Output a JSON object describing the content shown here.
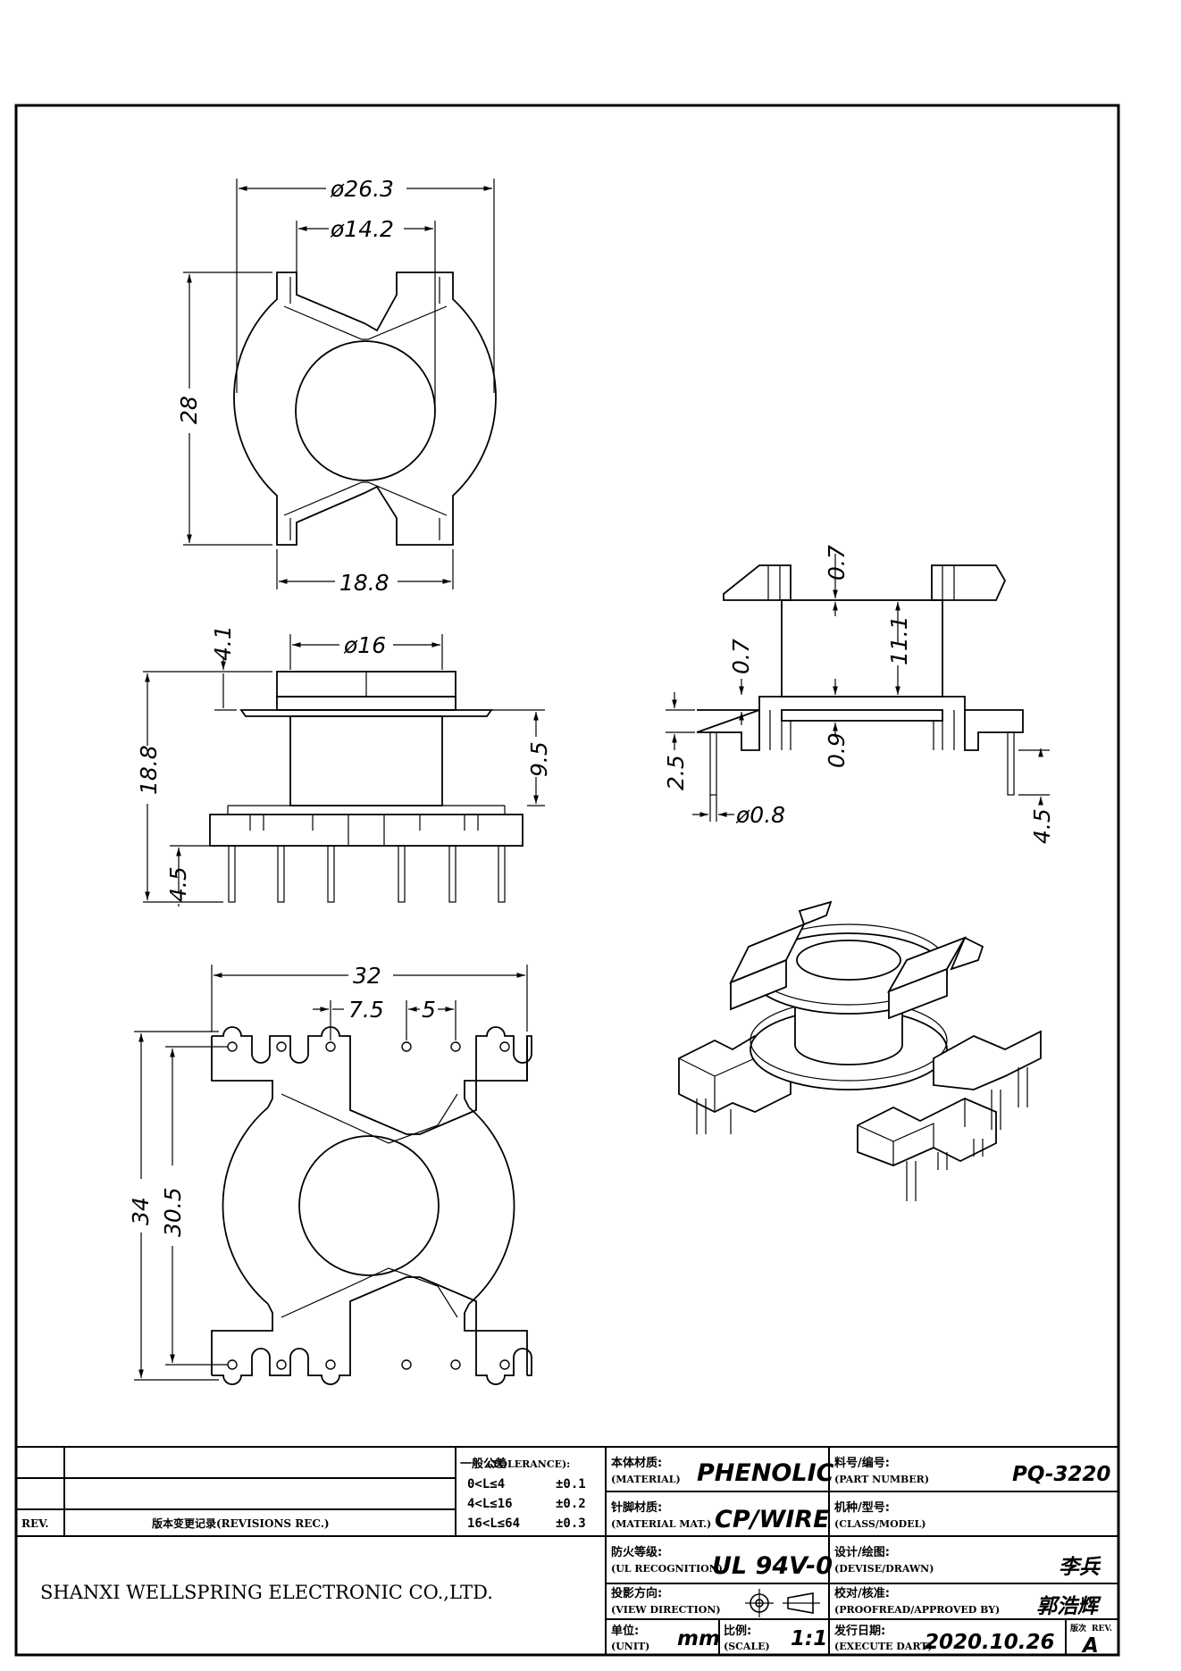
{
  "dimensions": {
    "top_outer_dia": "ø26.3",
    "top_inner_dia": "ø14.2",
    "top_height": "28",
    "top_width": "18.8",
    "front_flange_h": "4.1",
    "front_dia": "ø16",
    "front_height": "18.8",
    "front_body": "9.5",
    "front_pin": "4.5",
    "side_wall_top": "0.7",
    "side_wall_mid": "0.7",
    "side_body": "11.1",
    "side_base": "0.9",
    "side_left_h": "2.5",
    "side_pin_dia": "ø0.8",
    "side_pin_len": "4.5",
    "bottom_width": "32",
    "bottom_pitch_a": "7.5",
    "bottom_pitch_b": "5",
    "bottom_height": "34",
    "bottom_inner": "30.5"
  },
  "title_block": {
    "tolerance_label_cn": "一般公差",
    "tolerance_label_en": "(TOLERANCE):",
    "tol_rows": [
      {
        "range": "0<L≤4",
        "value": "±0.1"
      },
      {
        "range": "4<L≤16",
        "value": "±0.2"
      },
      {
        "range": "16<L≤64",
        "value": "±0.3"
      }
    ],
    "rev_label": "REV.",
    "revisions_label": "版本变更记录(REVISIONS REC.)",
    "company": "SHANXI WELLSPRING ELECTRONIC CO.,LTD.",
    "material_cn": "本体材质:",
    "material_en": "(MATERIAL)",
    "material_value": "PHENOLIC",
    "pin_material_cn": "针脚材质:",
    "pin_material_en": "(MATERIAL MAT.)",
    "pin_material_value": "CP/WIRE",
    "ul_cn": "防火等级:",
    "ul_en": "(UL RECOGNITION)",
    "ul_value": "UL 94V-0",
    "view_cn": "投影方向:",
    "view_en": "(VIEW DIRECTION)",
    "unit_cn": "单位:",
    "unit_en": "(UNIT)",
    "unit_value": "mm",
    "scale_cn": "比例:",
    "scale_en": "(SCALE)",
    "scale_value": "1:1",
    "part_cn": "料号/编号:",
    "part_en": "(PART NUMBER)",
    "part_value": "PQ-3220",
    "class_cn": "机种/型号:",
    "class_en": "(CLASS/MODEL)",
    "drawn_cn": "设计/绘图:",
    "drawn_en": "(DEVISE/DRAWN)",
    "drawn_value": "李兵",
    "approved_cn": "校对/核准:",
    "approved_en": "(PROOFREAD/APPROVED BY)",
    "approved_value": "郭浩辉",
    "date_cn": "发行日期:",
    "date_en": "(EXECUTE DART)",
    "date_value": "2020.10.26",
    "rev_cn": "版次",
    "rev_en": "REV.",
    "rev_value": "A"
  }
}
